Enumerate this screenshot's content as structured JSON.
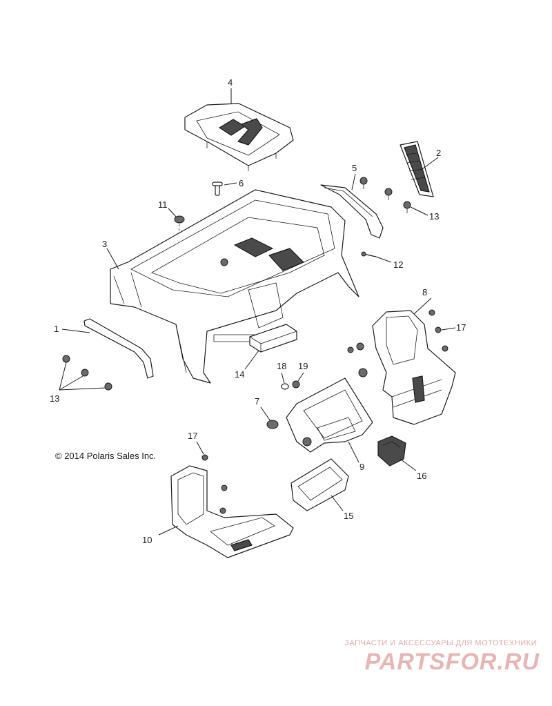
{
  "copyright": "© 2014 Polaris Sales Inc.",
  "watermark": {
    "tagline": "ЗАПЧАСТИ И АКСЕССУАРЫ ДЛЯ МОТОТЕХНИКИ",
    "logo": "PARTSFOR.RU",
    "color": "#e8b5b5"
  },
  "callouts": {
    "c1": "1",
    "c2": "2",
    "c3": "3",
    "c4": "4",
    "c5": "5",
    "c6": "6",
    "c7": "7",
    "c8": "8",
    "c9": "9",
    "c10": "10",
    "c11": "11",
    "c12": "12",
    "c13a": "13",
    "c13b": "13",
    "c14": "14",
    "c15": "15",
    "c16": "16",
    "c17a": "17",
    "c17b": "17",
    "c18": "18",
    "c19": "19"
  }
}
